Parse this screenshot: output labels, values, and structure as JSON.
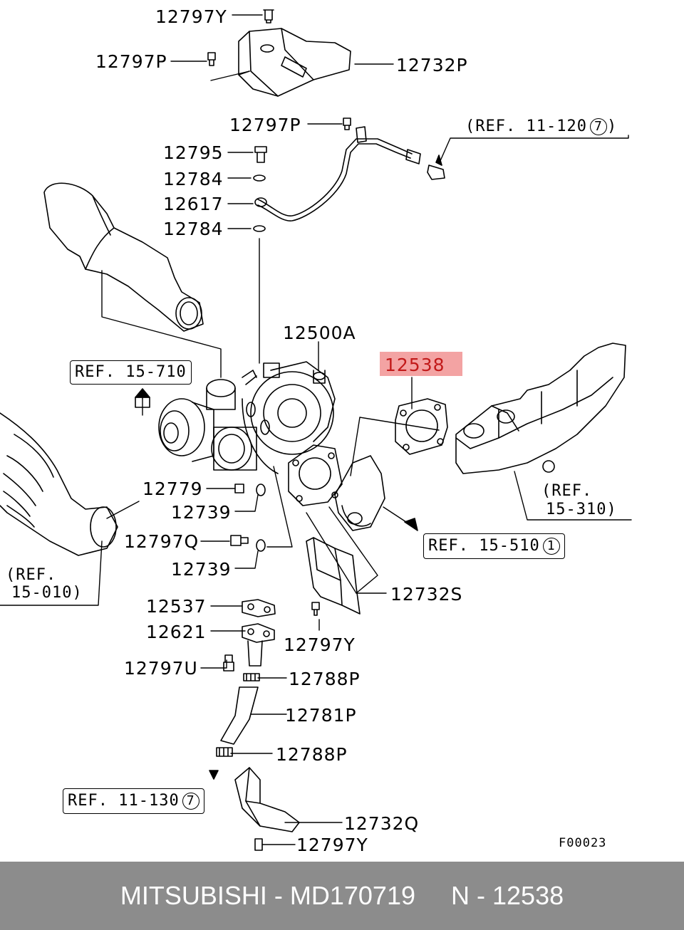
{
  "parts": {
    "p12797y_top": "12797Y",
    "p12797p_a": "12797P",
    "p12732p": "12732P",
    "p12797p_b": "12797P",
    "p12795": "12795",
    "p12784_a": "12784",
    "p12617": "12617",
    "p12784_b": "12784",
    "p12500a": "12500A",
    "p12538": "12538",
    "p12779": "12779",
    "p12739_a": "12739",
    "p12797q": "12797Q",
    "p12739_b": "12739",
    "p12732s": "12732S",
    "p12537": "12537",
    "p12621": "12621",
    "p12797y_mid": "12797Y",
    "p12797u": "12797U",
    "p12788p_a": "12788P",
    "p12781p": "12781P",
    "p12788p_b": "12788P",
    "p12732q": "12732Q",
    "p12797y_bot": "12797Y"
  },
  "refs": {
    "r11_120": "(REF. 11-120",
    "r11_120_num": "7",
    "r15_710": "REF. 15-710",
    "r15_310_l1": "(REF.",
    "r15_310_l2": "15-310)",
    "r15_510": "REF. 15-510",
    "r15_510_num": "1",
    "r15_010_l1": "(REF.",
    "r15_010_l2": "15-010)",
    "r11_130": "REF. 11-130",
    "r11_130_num": "7"
  },
  "figure_code": "F00023",
  "footer": "MITSUBISHI - MD170719     N - 12538",
  "colors": {
    "highlight": "#f3a3a3",
    "highlight_text": "#c21a1a",
    "footer_bg": "#8c8c8c"
  }
}
